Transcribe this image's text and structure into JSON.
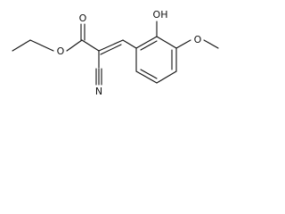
{
  "molecule": {
    "atoms": {
      "carbonyl_oxygen": "O",
      "ester_oxygen": "O",
      "nitrile_nitrogen": "N",
      "hydroxyl": "OH",
      "methoxy_oxygen": "O"
    }
  }
}
